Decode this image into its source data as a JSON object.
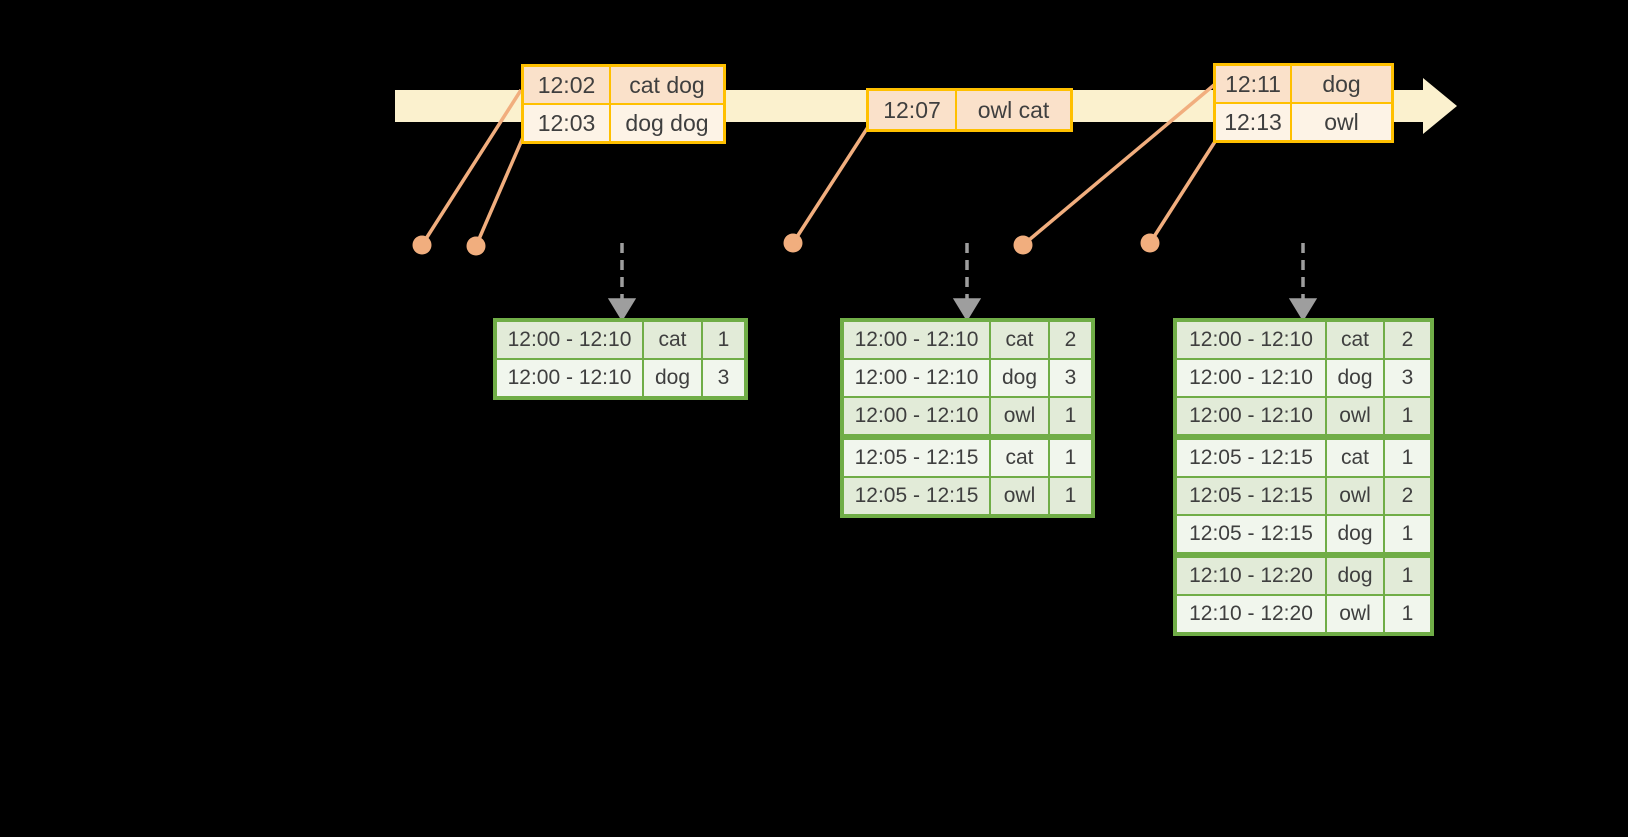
{
  "colors": {
    "background": "#000000",
    "timeline_fill": "#FBF1CE",
    "event_table_border": "#FFC000",
    "event_row_peach": "#FAE1CA",
    "event_row_cream": "#FDF3E6",
    "connector_and_dot": "#F1AE7E",
    "trigger_arrow_gray": "#9E9E9E",
    "result_table_border": "#70AD47",
    "result_row_dark": "#E2EBD8",
    "result_row_light": "#F1F6ED",
    "text": "#3F3F3F"
  },
  "event_tables": [
    {
      "rows": [
        {
          "time": "12:02",
          "words": "cat dog"
        },
        {
          "time": "12:03",
          "words": "dog dog"
        }
      ]
    },
    {
      "rows": [
        {
          "time": "12:07",
          "words": "owl cat"
        }
      ]
    },
    {
      "rows": [
        {
          "time": "12:11",
          "words": "dog"
        },
        {
          "time": "12:13",
          "words": "owl"
        }
      ]
    }
  ],
  "result_tables": [
    {
      "rows": [
        {
          "window": "12:00 - 12:10",
          "word": "cat",
          "count": "1"
        },
        {
          "window": "12:00 - 12:10",
          "word": "dog",
          "count": "3"
        }
      ]
    },
    {
      "rows": [
        {
          "window": "12:00 - 12:10",
          "word": "cat",
          "count": "2"
        },
        {
          "window": "12:00 - 12:10",
          "word": "dog",
          "count": "3"
        },
        {
          "window": "12:00 - 12:10",
          "word": "owl",
          "count": "1"
        },
        {
          "window": "12:05 - 12:15",
          "word": "cat",
          "count": "1"
        },
        {
          "window": "12:05 - 12:15",
          "word": "owl",
          "count": "1"
        }
      ]
    },
    {
      "rows": [
        {
          "window": "12:00 - 12:10",
          "word": "cat",
          "count": "2"
        },
        {
          "window": "12:00 - 12:10",
          "word": "dog",
          "count": "3"
        },
        {
          "window": "12:00 - 12:10",
          "word": "owl",
          "count": "1"
        },
        {
          "window": "12:05 - 12:15",
          "word": "cat",
          "count": "1"
        },
        {
          "window": "12:05 - 12:15",
          "word": "owl",
          "count": "2"
        },
        {
          "window": "12:05 - 12:15",
          "word": "dog",
          "count": "1"
        },
        {
          "window": "12:10 - 12:20",
          "word": "dog",
          "count": "1"
        },
        {
          "window": "12:10 - 12:20",
          "word": "owl",
          "count": "1"
        }
      ]
    }
  ]
}
